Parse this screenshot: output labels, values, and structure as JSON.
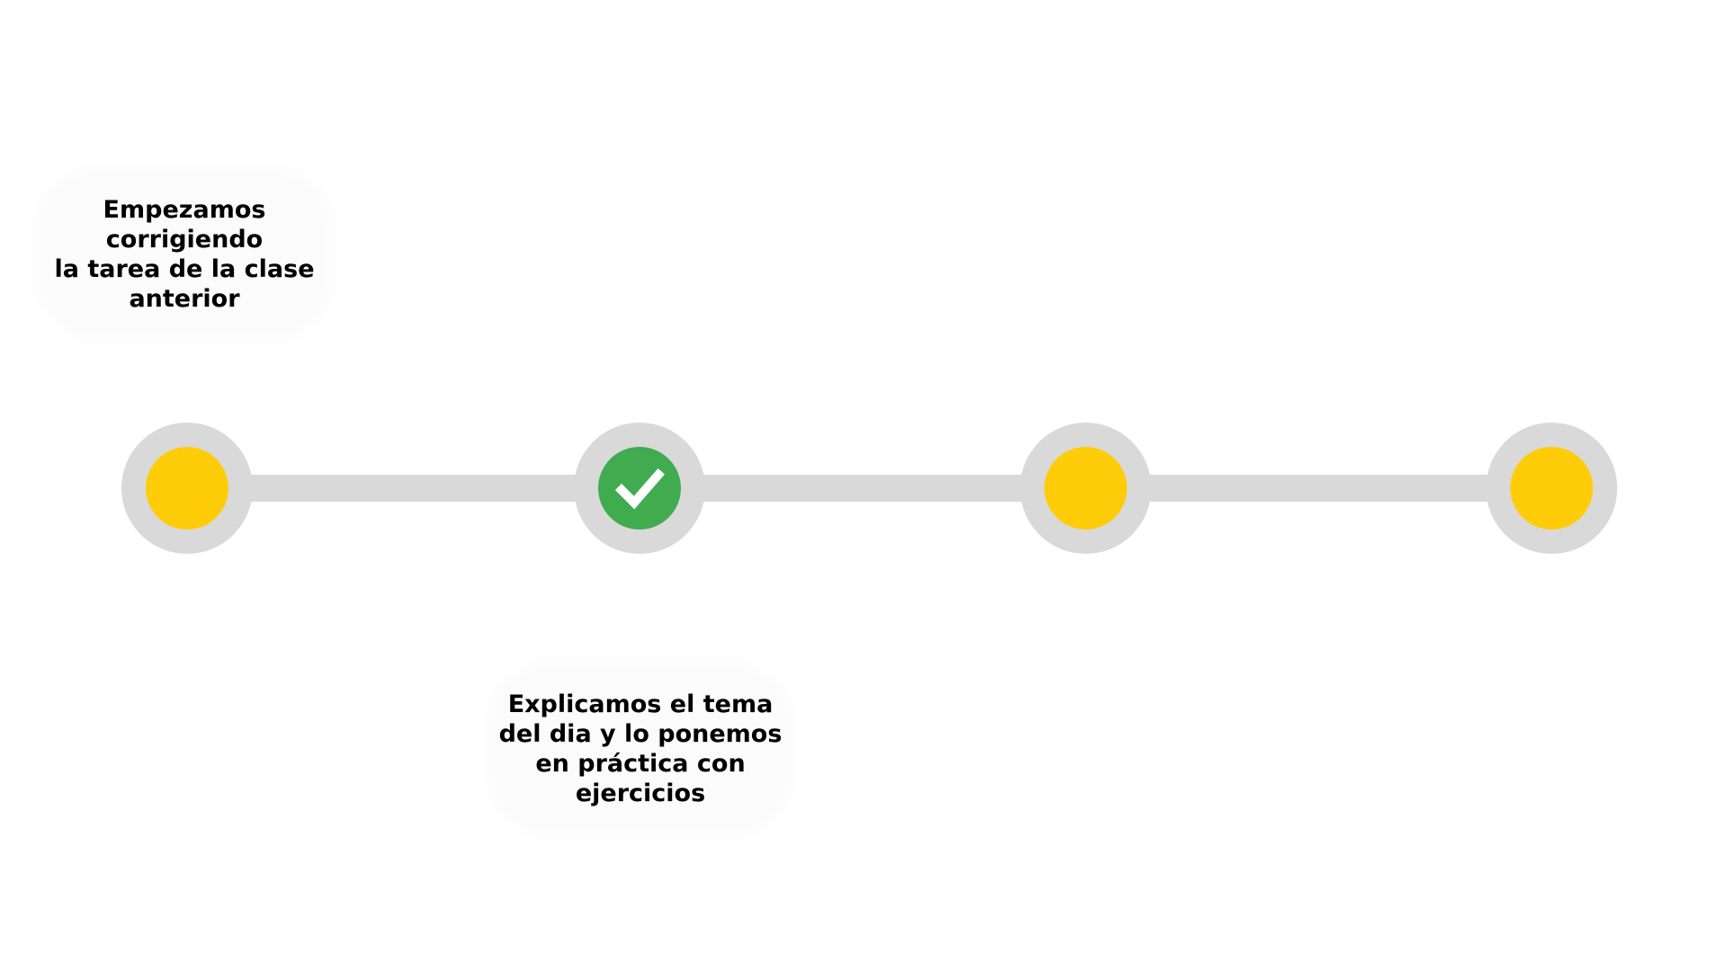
{
  "colors": {
    "track": "#d9d9d9",
    "node_ring": "#d9d9d9",
    "pending": "#ffcc0a",
    "done": "#41ab4f",
    "check": "#ffffff"
  },
  "timeline": {
    "steps": [
      {
        "state": "pending",
        "icon": "circle-dot-icon"
      },
      {
        "state": "done",
        "icon": "checkmark-icon"
      },
      {
        "state": "pending",
        "icon": "circle-dot-icon"
      },
      {
        "state": "pending",
        "icon": "circle-dot-icon"
      }
    ]
  },
  "callouts": {
    "step1": {
      "lines": [
        "Empezamos",
        "corrigiendo",
        "la tarea de la clase",
        "anterior"
      ]
    },
    "step2": {
      "lines": [
        "Explicamos el tema",
        "del dia y lo ponemos",
        "en práctica con",
        "ejercicios"
      ]
    }
  }
}
